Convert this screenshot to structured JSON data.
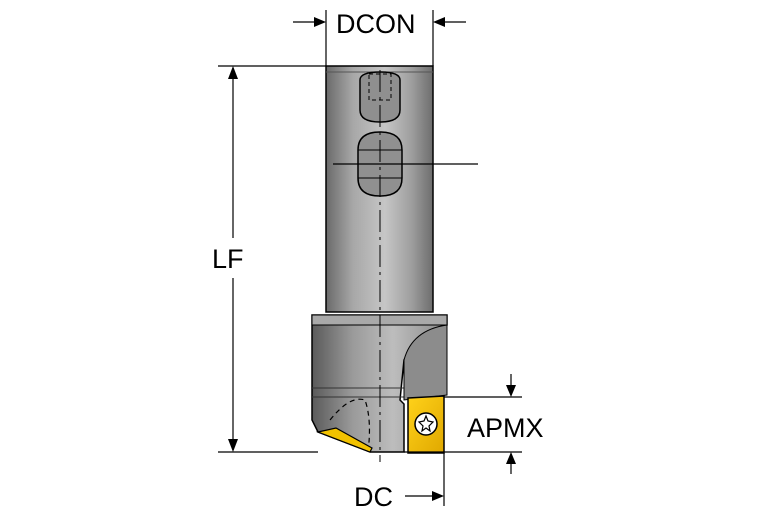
{
  "diagram": {
    "labels": {
      "dcon": "DCON",
      "lf": "LF",
      "apmx": "APMX",
      "dc": "DC"
    },
    "colors": {
      "body_light": "#b9b9b9",
      "body_mid": "#9a9a9a",
      "body_dark": "#5e5e5e",
      "insert": "#f2c200",
      "outline": "#000000"
    }
  }
}
